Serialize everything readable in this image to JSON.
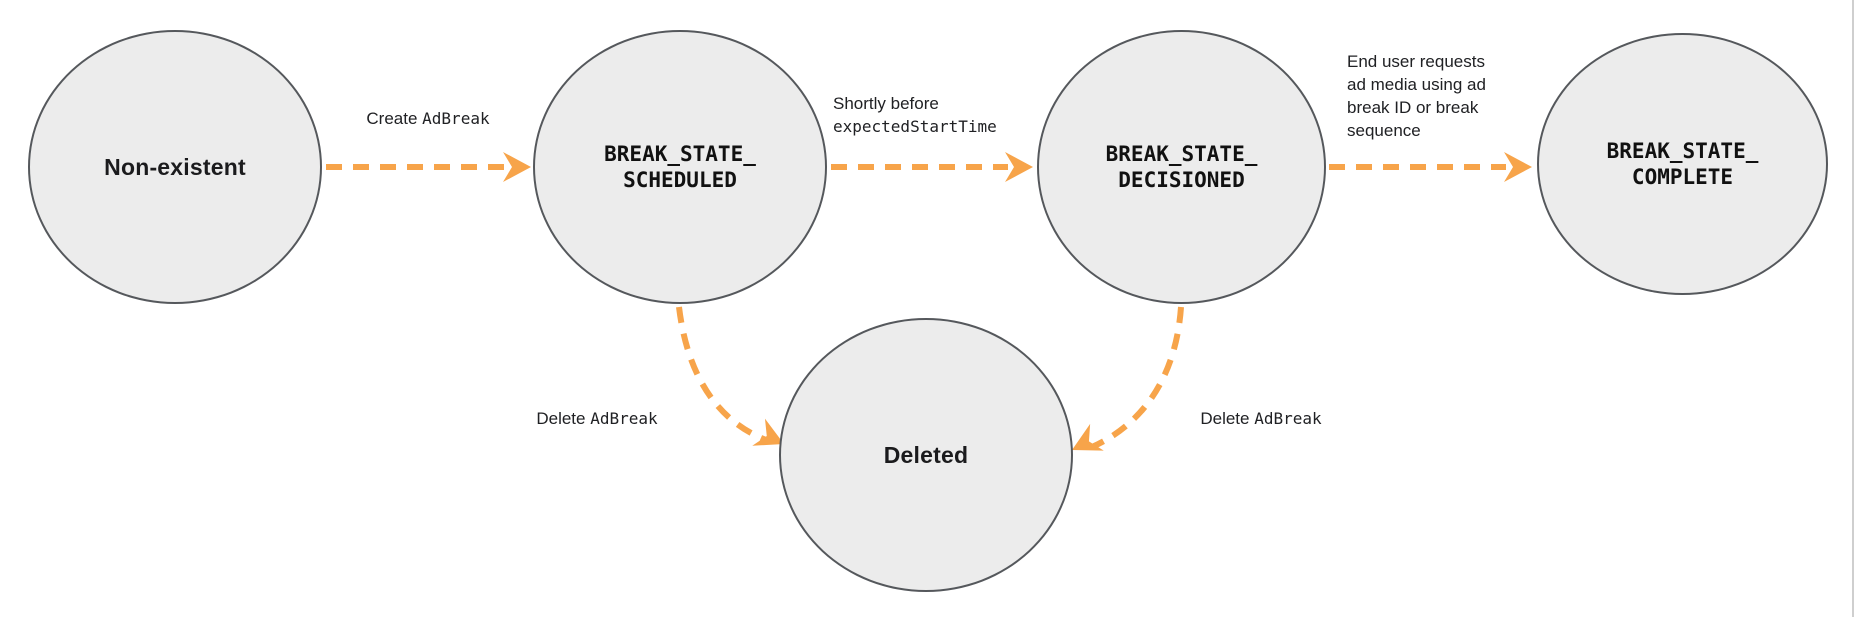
{
  "diagram": {
    "name": "Ad break state transition diagram",
    "colors": {
      "node_fill": "#ececec",
      "node_border": "#55585c",
      "arrow_orange": "#f7a44a",
      "text": "#202124"
    },
    "nodes": [
      {
        "id": "non-existent",
        "label": "Non-existent"
      },
      {
        "id": "break-state-scheduled",
        "label_line1": "BREAK_STATE_",
        "label_line2": "SCHEDULED"
      },
      {
        "id": "break-state-decisioned",
        "label_line1": "BREAK_STATE_",
        "label_line2": "DECISIONED"
      },
      {
        "id": "break-state-complete",
        "label_line1": "BREAK_STATE_",
        "label_line2": "COMPLETE"
      },
      {
        "id": "deleted",
        "label": "Deleted"
      }
    ],
    "edges": [
      {
        "id": "create-adbreak",
        "from": "non-existent",
        "to": "break-state-scheduled",
        "text_plain": "Create ",
        "text_code": "AdBreak"
      },
      {
        "id": "shortly-before",
        "from": "break-state-scheduled",
        "to": "break-state-decisioned",
        "line1": "Shortly before",
        "line2_code": "expectedStartTime"
      },
      {
        "id": "end-user-requests",
        "from": "break-state-decisioned",
        "to": "break-state-complete",
        "line1": "End user requests",
        "line2": "ad media using ad",
        "line3": "break ID or break",
        "line4": "sequence"
      },
      {
        "id": "delete-adbreak-left",
        "from": "break-state-scheduled",
        "to": "deleted",
        "text_plain": "Delete ",
        "text_code": "AdBreak"
      },
      {
        "id": "delete-adbreak-right",
        "from": "break-state-decisioned",
        "to": "deleted",
        "text_plain": "Delete ",
        "text_code": "AdBreak"
      }
    ]
  }
}
